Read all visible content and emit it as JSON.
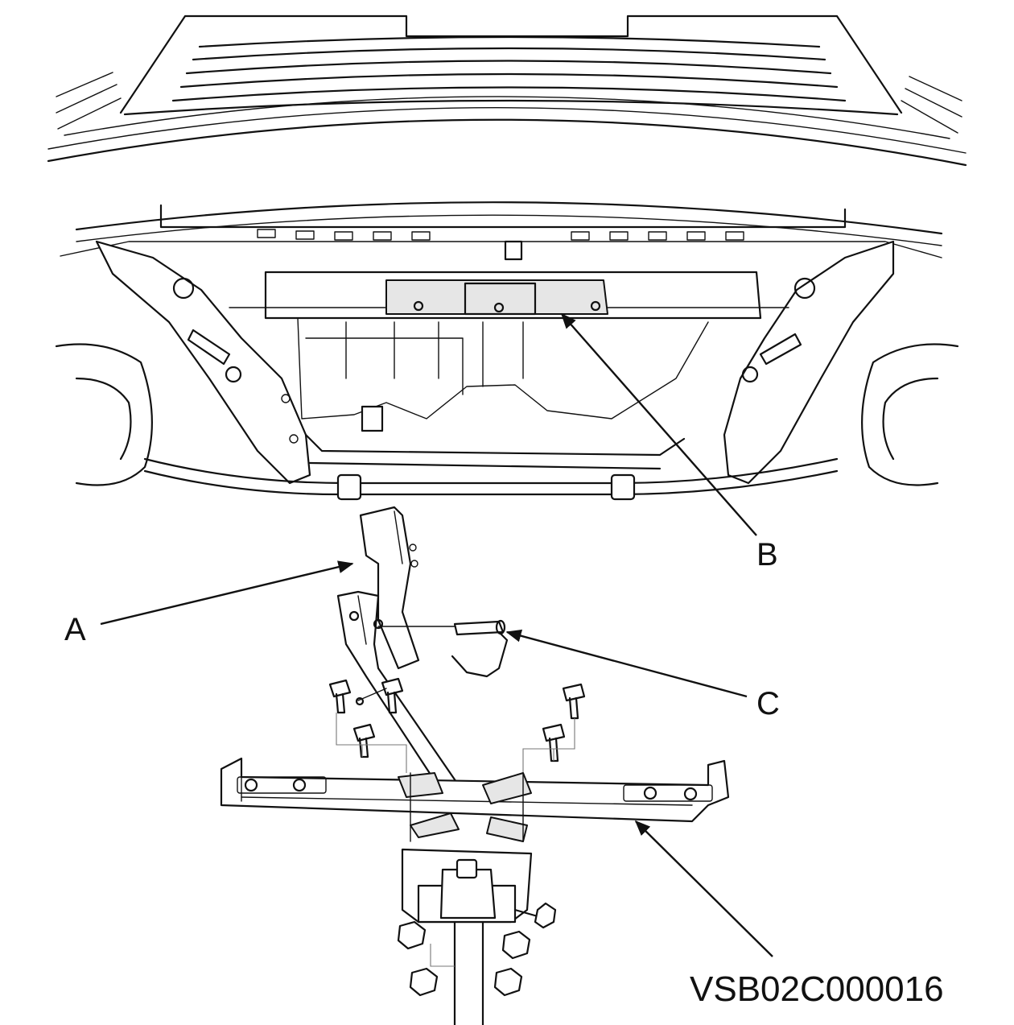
{
  "callouts": {
    "a": "A",
    "b": "B",
    "c": "C"
  },
  "figure_code": "VSB02C000016",
  "colors": {
    "line": "#111111",
    "background": "#ffffff"
  }
}
